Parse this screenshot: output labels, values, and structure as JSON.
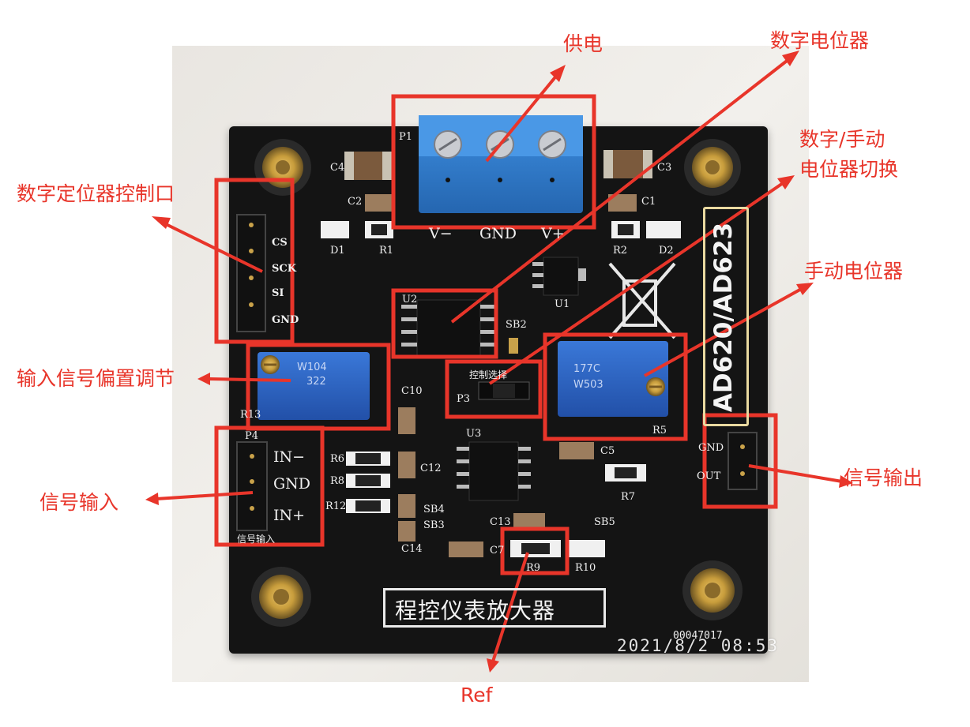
{
  "annotations": {
    "power": "供电",
    "digital_pot": "数字电位器",
    "digital_manual_switch_line1": "数字/手动",
    "digital_manual_switch_line2": "电位器切换",
    "digital_pot_control_port": "数字定位器控制口",
    "input_offset_adjust": "输入信号偏置调节",
    "manual_pot": "手动电位器",
    "signal_input": "信号输入",
    "signal_output": "信号输出",
    "ref": "Ref"
  },
  "board": {
    "title": "程控仪表放大器",
    "model": "AD620/AD623",
    "terminal_labels": [
      "V−",
      "GND",
      "V+"
    ],
    "control_pins": [
      "CS",
      "SCK",
      "SI",
      "GND"
    ],
    "input_pins": [
      "IN−",
      "GND",
      "IN+"
    ],
    "input_header_caption": "信号输入",
    "output_pins": [
      "GND",
      "OUT"
    ],
    "control_select_label": "控制选择",
    "pot_left_marking_1": "W104",
    "pot_left_marking_2": "322",
    "pot_right_marking_1": "177C",
    "pot_right_marking_2": "W503",
    "designators": {
      "p1": "P1",
      "c4": "C4",
      "c3": "C3",
      "c2": "C2",
      "c1": "C1",
      "d1": "D1",
      "r1": "R1",
      "r2": "R2",
      "d2": "D2",
      "u2": "U2",
      "u1": "U1",
      "sb2": "SB2",
      "p3": "P3",
      "r13": "R13",
      "r5": "R5",
      "c10": "C10",
      "u3": "U3",
      "c5": "C5",
      "r7": "R7",
      "p4": "P4",
      "r6": "R6",
      "r8": "R8",
      "r12": "R12",
      "c12": "C12",
      "sb4": "SB4",
      "sb3": "SB3",
      "c13": "C13",
      "sb5": "SB5",
      "c14": "C14",
      "c7": "C7",
      "r9": "R9",
      "r10": "R10"
    },
    "serial": "00047017"
  },
  "timestamp": "2021/8/2 08:53",
  "colors": {
    "annotation": "#e8352a",
    "pcb": "#141414",
    "terminal_block": "#2f7fd0",
    "trimmer": "#2d62c4",
    "brass": "#c89d3c"
  }
}
